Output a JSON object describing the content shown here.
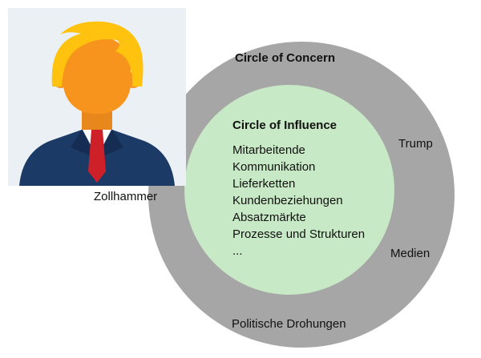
{
  "diagram": {
    "outer_circle": {
      "label": "Circle of Concern",
      "color": "#A6A6A6"
    },
    "inner_circle": {
      "label": "Circle of Influence",
      "color": "#C8E9C5",
      "items": [
        "Mitarbeitende",
        "Kommunikation",
        "Lieferketten",
        "Kundenbeziehungen",
        "Absatzmärkte",
        "Prozesse und Strukturen",
        "..."
      ]
    },
    "ring_labels": {
      "trump": "Trump",
      "medien": "Medien",
      "bottom": "Politische Drohungen"
    },
    "outside_label": "Zollhammer"
  },
  "avatar": {
    "description": "flat cartoon portrait of Donald Trump",
    "colors": {
      "background": "#EAF0F3",
      "hair": "#FFC20E",
      "skin": "#F7941D",
      "neck": "#E8871C",
      "suit": "#1C3A66",
      "lapel": "#152D52",
      "shirt": "#FFFFFF",
      "tie": "#CE2029"
    }
  }
}
